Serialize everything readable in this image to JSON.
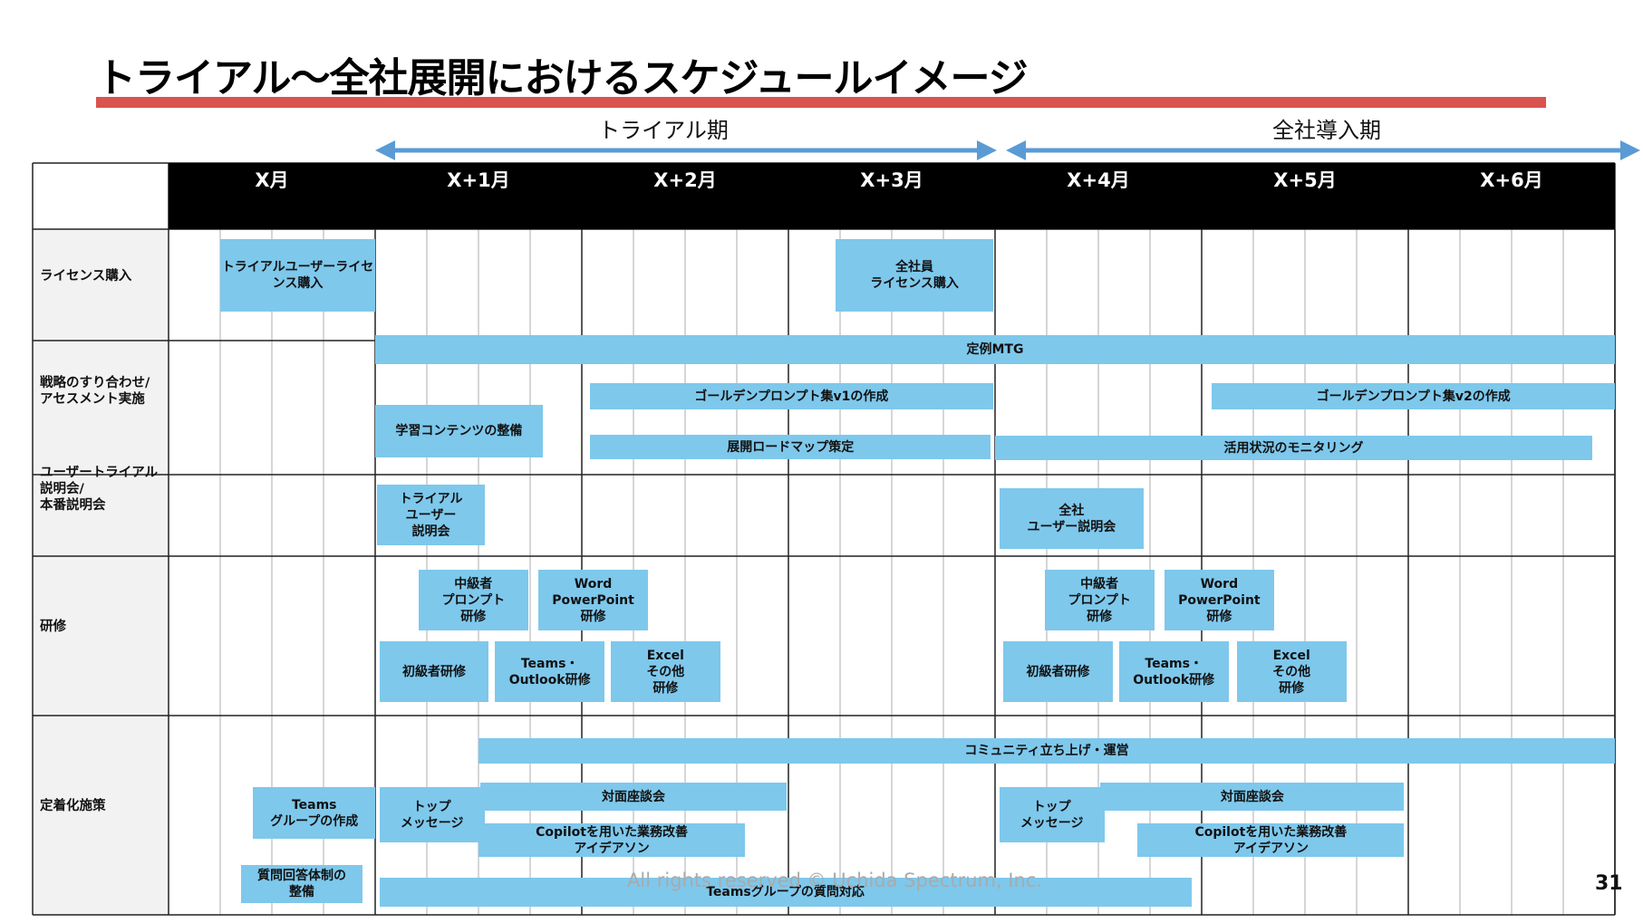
{
  "title": "トライアル〜全社展開におけるスケジュールイメージ",
  "colors": {
    "title_bar": "#d9534f",
    "arrow": "#5b9bd5",
    "bar": "#7ec8ec",
    "header": "#000000"
  },
  "phases": [
    {
      "label": "トライアル期"
    },
    {
      "label": "全社導入期"
    }
  ],
  "months": [
    "X月",
    "X+1月",
    "X+2月",
    "X+3月",
    "X+4月",
    "X+5月",
    "X+6月"
  ],
  "rows": [
    {
      "label": "ライセンス購入"
    },
    {
      "label": "戦略のすり合わせ/\nアセスメント実施"
    },
    {
      "label": "ユーザートライアル\n説明会/\n本番説明会"
    },
    {
      "label": "研修"
    },
    {
      "label": "定着化施策"
    }
  ],
  "bars": [
    {
      "label": "トライアルユーザーライセ\nンス購入",
      "row": 0,
      "start": 0.25,
      "end": 1.0
    },
    {
      "label": "全社員\nライセンス購入",
      "row": 0,
      "start": 3.23,
      "end": 3.99
    },
    {
      "label": "定例MTG",
      "row": 1,
      "start": 1.0,
      "end": 7.0
    },
    {
      "label": "ゴールデンプロンプト集v1の作成",
      "row": 1,
      "start": 2.04,
      "end": 3.99
    },
    {
      "label": "ゴールデンプロンプト集v2の作成",
      "row": 1,
      "start": 5.05,
      "end": 7.0
    },
    {
      "label": "学習コンテンツの整備",
      "row": 1,
      "start": 1.0,
      "end": 1.81
    },
    {
      "label": "展開ロードマップ策定",
      "row": 1,
      "start": 2.04,
      "end": 3.98
    },
    {
      "label": "活用状況のモニタリング",
      "row": 1,
      "start": 4.0,
      "end": 6.89
    },
    {
      "label": "トライアル\nユーザー\n説明会",
      "row": 2,
      "start": 1.01,
      "end": 1.53
    },
    {
      "label": "全社\nユーザー説明会",
      "row": 2,
      "start": 4.02,
      "end": 4.72
    },
    {
      "label": "中級者\nプロンプト\n研修",
      "row": 3,
      "start": 1.21,
      "end": 1.74
    },
    {
      "label": "Word\nPowerPoint\n研修",
      "row": 3,
      "start": 1.79,
      "end": 2.32
    },
    {
      "label": "初級者研修",
      "row": 3,
      "start": 1.02,
      "end": 1.55
    },
    {
      "label": "Teams・\nOutlook研修",
      "row": 3,
      "start": 1.58,
      "end": 2.11
    },
    {
      "label": "Excel\nその他\n研修",
      "row": 3,
      "start": 2.14,
      "end": 2.67
    },
    {
      "label": "中級者\nプロンプト\n研修",
      "row": 3,
      "start": 4.24,
      "end": 4.77
    },
    {
      "label": "Word\nPowerPoint\n研修",
      "row": 3,
      "start": 4.82,
      "end": 5.35
    },
    {
      "label": "初級者研修",
      "row": 3,
      "start": 4.04,
      "end": 4.57
    },
    {
      "label": "Teams・\nOutlook研修",
      "row": 3,
      "start": 4.6,
      "end": 5.13
    },
    {
      "label": "Excel\nその他\n研修",
      "row": 3,
      "start": 5.17,
      "end": 5.7
    },
    {
      "label": "コミュニティ立ち上げ・運営",
      "row": 4,
      "start": 1.5,
      "end": 7.0
    },
    {
      "label": "対面座談会",
      "row": 4,
      "start": 1.51,
      "end": 2.99
    },
    {
      "label": "対面座談会",
      "row": 4,
      "start": 4.51,
      "end": 5.98
    },
    {
      "label": "Copilotを用いた業務改善\nアイデアソン",
      "row": 4,
      "start": 1.5,
      "end": 2.79
    },
    {
      "label": "Copilotを用いた業務改善\nアイデアソン",
      "row": 4,
      "start": 4.69,
      "end": 5.98
    },
    {
      "label": "Teams\nグループの作成",
      "row": 4,
      "start": 0.41,
      "end": 1.0
    },
    {
      "label": "トップ\nメッセージ",
      "row": 4,
      "start": 1.02,
      "end": 1.53
    },
    {
      "label": "トップ\nメッセージ",
      "row": 4,
      "start": 4.02,
      "end": 4.53
    },
    {
      "label": "質問回答体制の\n整備",
      "row": 4,
      "start": 0.35,
      "end": 0.94
    },
    {
      "label": "Teamsグループの質問対応",
      "row": 4,
      "start": 1.02,
      "end": 4.95
    }
  ],
  "footer": {
    "copyright": "All rights reserved © Uchida Spectrum, Inc.",
    "page": "31"
  }
}
